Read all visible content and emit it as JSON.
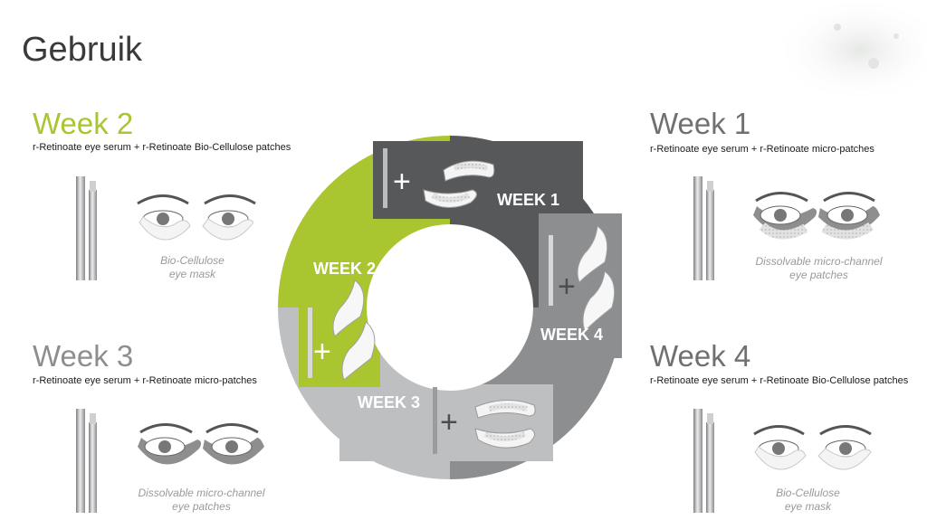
{
  "page": {
    "title": "Gebruik"
  },
  "colors": {
    "accent_green": "#a9c52f",
    "dark_gray": "#56585a",
    "mid_gray": "#8c8e90",
    "light_gray": "#bdbfc1",
    "text_gray": "#707070"
  },
  "steps": {
    "week2": {
      "heading": "Week 2",
      "description": "r-Retinoate eye serum + r-Retinoate Bio-Cellulose patches",
      "caption_line1": "Bio-Cellulose",
      "caption_line2": "eye mask"
    },
    "week1": {
      "heading": "Week 1",
      "description": "r-Retinoate eye serum + r-Retinoate micro-patches",
      "caption_line1": "Dissolvable micro-channel",
      "caption_line2": "eye patches"
    },
    "week3": {
      "heading": "Week 3",
      "description": "r-Retinoate eye serum + r-Retinoate micro-patches",
      "caption_line1": "Dissolvable micro-channel",
      "caption_line2": "eye patches"
    },
    "week4": {
      "heading": "Week 4",
      "description": "r-Retinoate eye serum + r-Retinoate Bio-Cellulose patches",
      "caption_line1": "Bio-Cellulose",
      "caption_line2": "eye mask"
    }
  },
  "cycle": {
    "week1_label": "WEEK 1",
    "week2_label": "WEEK 2",
    "week3_label": "WEEK 3",
    "week4_label": "WEEK 4",
    "plus": "+"
  }
}
